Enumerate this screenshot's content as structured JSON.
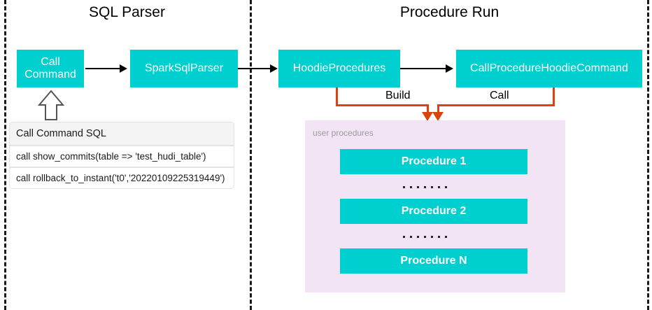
{
  "diagram": {
    "sections": [
      {
        "id": "sql-parser",
        "title": "SQL Parser"
      },
      {
        "id": "procedure-run",
        "title": "Procedure Run"
      }
    ],
    "nodes": {
      "call_command": "Call\nCommand",
      "call_command_line1": "Call",
      "call_command_line2": "Command",
      "spark_sql_parser": "SparkSqlParser",
      "hoodie_procedures": "HoodieProcedures",
      "call_procedure_hoodie_command": "CallProcedureHoodieCommand"
    },
    "edge_labels": {
      "build": "Build",
      "call": "Call"
    },
    "sql_table": {
      "header": "Call Command SQL",
      "rows": [
        "call show_commits(table => 'test_hudi_table')",
        "call rollback_to_instant('t0','20220109225319449')"
      ]
    },
    "procedures_panel": {
      "label": "user procedures",
      "items": [
        "Procedure 1",
        "Procedure 2",
        "Procedure N"
      ],
      "separator_dots": 7,
      "separator_count": 2
    },
    "colors": {
      "box_fill": "#00CFCF",
      "box_text": "#FFFFFF",
      "panel_fill": "#F2E4F4",
      "panel_label": "#9B9B9B",
      "connector_orange": "#D9430E",
      "connector_black": "#000000",
      "divider": "#1A1A1A",
      "table_header_fill": "#F4F4F4",
      "table_border": "#E3E3E3",
      "background": "#FFFFFF"
    }
  }
}
